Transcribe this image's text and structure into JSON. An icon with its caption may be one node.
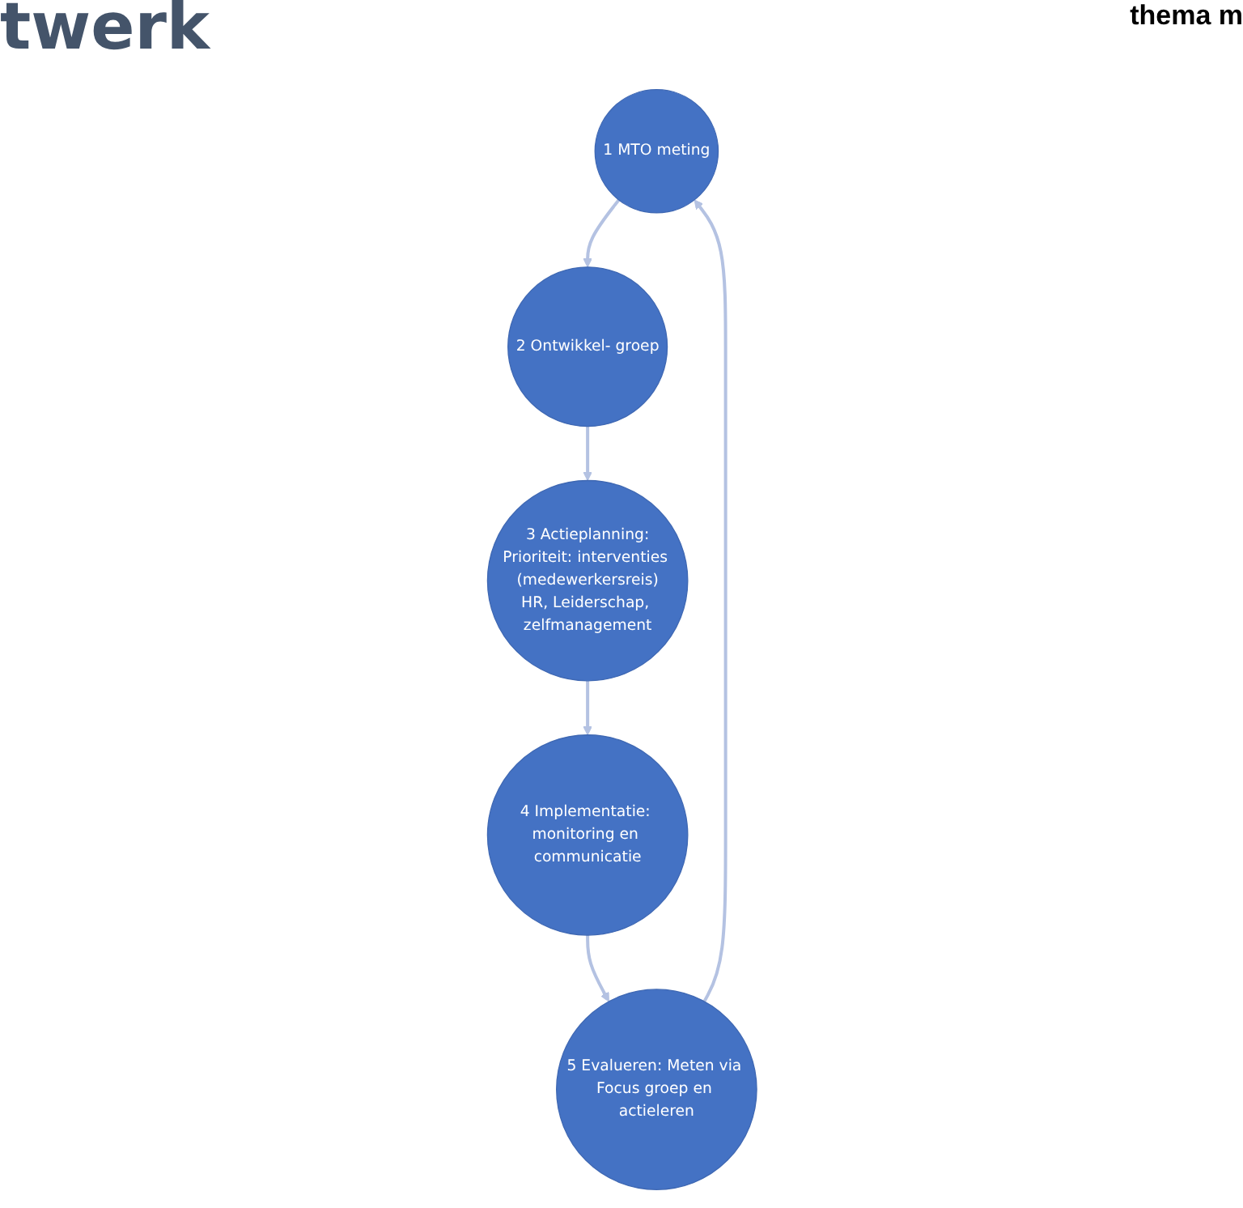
{
  "diagram": {
    "nodes": [
      {
        "text": [
          "1 MTO meting"
        ]
      },
      {
        "text": [
          "2 Ontwikkel- groep"
        ]
      },
      {
        "text": [
          "3 Actieplanning:",
          "Prioriteit: interventies (medewerkersreis)",
          "HR, Leiderschap, zelfmanagement"
        ]
      },
      {
        "text": [
          "4 Implementatie: monitoring en communicatie"
        ]
      },
      {
        "text": [
          "5 Evalueren: Meten via Focus groep en actieleren"
        ]
      }
    ],
    "edges": [
      {
        "from": 0,
        "to": 1,
        "arrow": "to"
      },
      {
        "from": 1,
        "to": 2,
        "arrow": "to"
      },
      {
        "from": 2,
        "to": 3,
        "arrow": "to"
      },
      {
        "from": 3,
        "to": 4,
        "arrow": "to"
      },
      {
        "from": 4,
        "to": 0,
        "arrow": "to"
      }
    ],
    "labels": [
      "twerk",
      "thema m"
    ]
  }
}
